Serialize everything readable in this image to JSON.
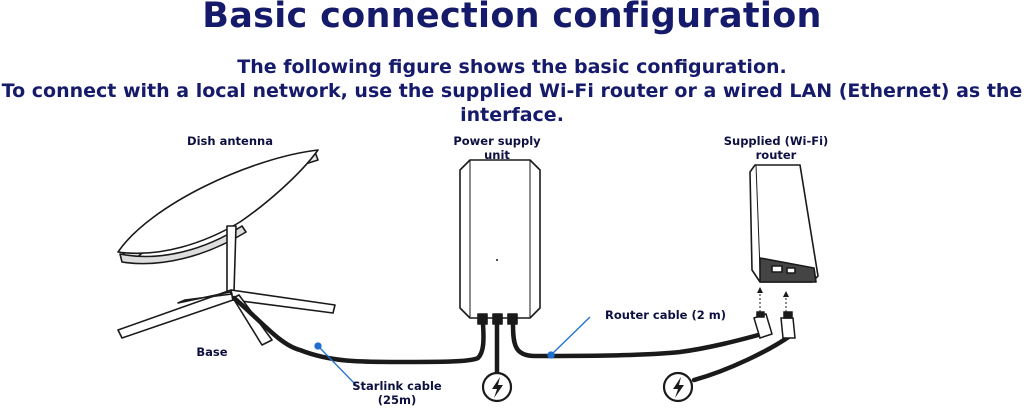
{
  "page": {
    "title": "Basic connection configuration",
    "subtitle_1": "The following figure shows the basic configuration.",
    "subtitle_2": "To connect with a local network, use the supplied Wi-Fi router or a wired LAN (Ethernet) as the",
    "subtitle_3": "interface."
  },
  "diagram": {
    "dish_label": "Dish antenna",
    "psu_label_1": "Power supply",
    "psu_label_2": "unit",
    "router_label_1": "Supplied (Wi-Fi)",
    "router_label_2": "router",
    "base_label": "Base",
    "router_cable_label": "Router cable (2 m)",
    "starlink_cable_label_1": "Starlink cable",
    "starlink_cable_label_2": "(25m)",
    "callout_color": "#1f6fd1",
    "line_color": "#1a1a1a"
  }
}
